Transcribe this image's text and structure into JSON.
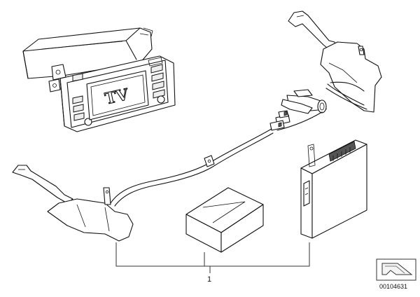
{
  "display": {
    "screen_text": "TV"
  },
  "callout": {
    "position_number": "1"
  },
  "diagram_id": "00104631",
  "icons": [
    "navigation-arrow-icon"
  ]
}
